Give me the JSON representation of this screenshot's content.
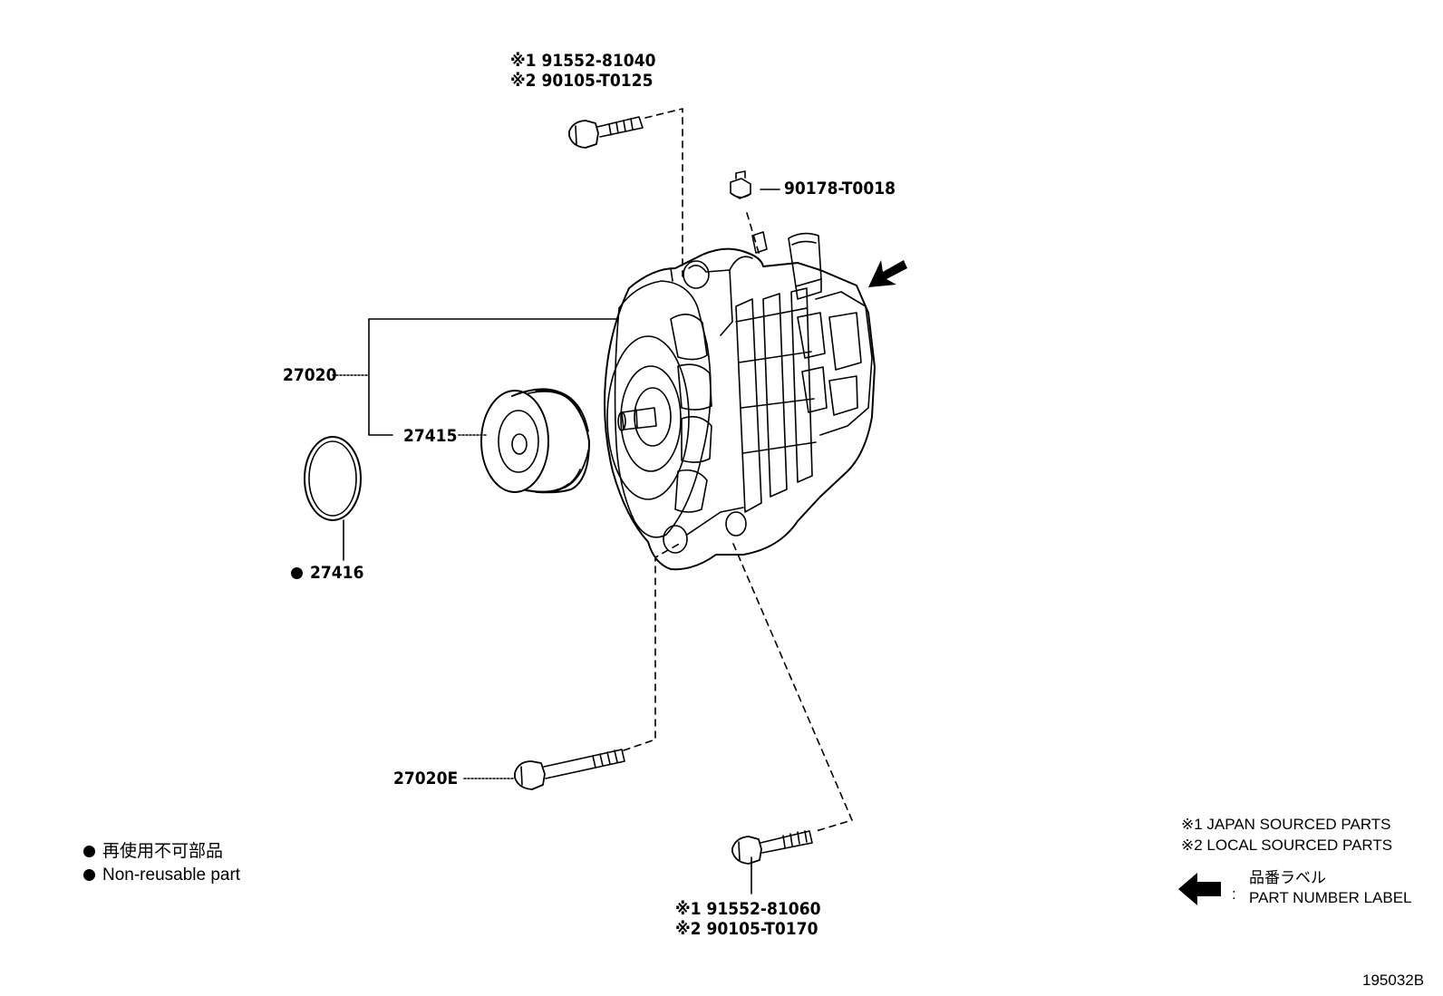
{
  "parts": {
    "top_bolt_line1": "※1 91552-81040",
    "top_bolt_line2": "※2 90105-T0125",
    "nut": "90178-T0018",
    "alternator": "27020",
    "pulley": "27415",
    "ring": "27416",
    "long_bolt": "27020E",
    "bottom_bolt_line1": "※1 91552-81060",
    "bottom_bolt_line2": "※2 90105-T0170"
  },
  "legend": {
    "non_reusable_jp": "再使用不可部品",
    "non_reusable_en": "Non-reusable part",
    "japan_sourced": "※1 JAPAN SOURCED PARTS",
    "local_sourced": "※2 LOCAL SOURCED PARTS",
    "label_separator": ":",
    "part_number_label_jp": "品番ラベル",
    "part_number_label_en": "PART NUMBER LABEL"
  },
  "illustration_id": "195032B"
}
